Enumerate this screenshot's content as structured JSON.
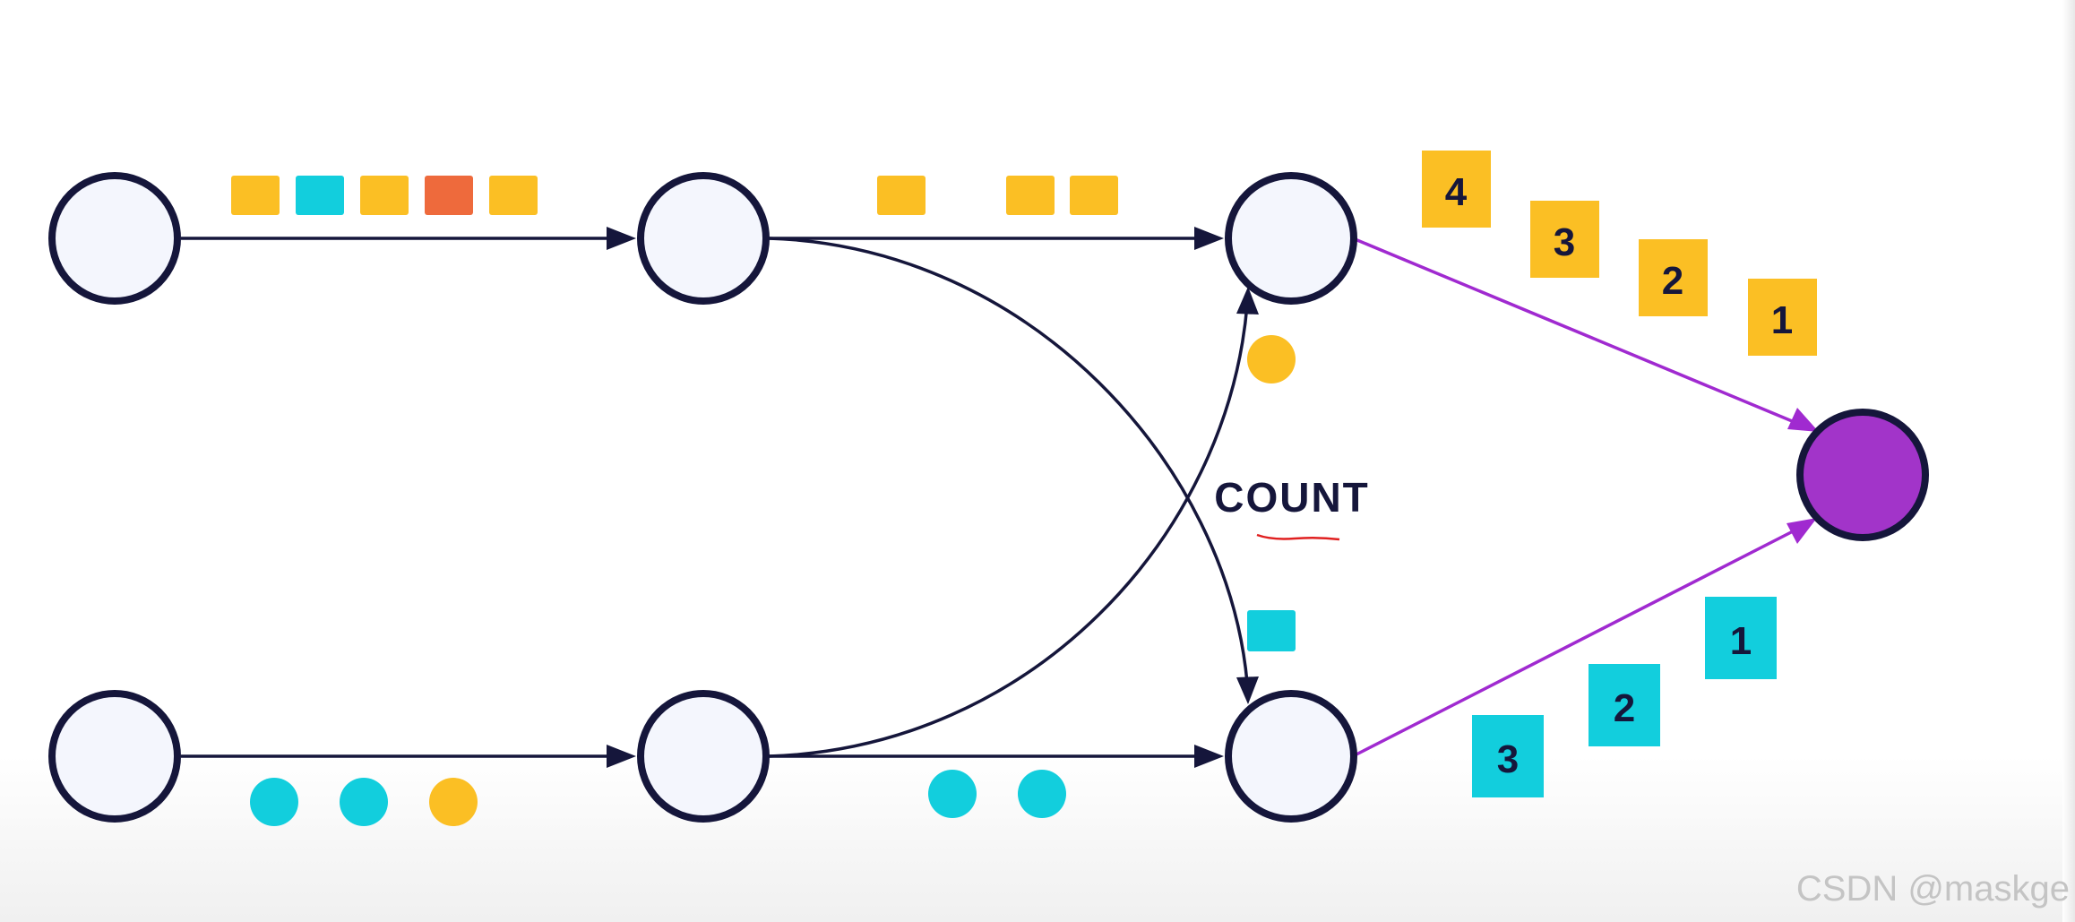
{
  "colors": {
    "node_fill": "#f4f6fd",
    "node_stroke": "#15163b",
    "edge": "#15163b",
    "sink": "#a234c9",
    "purple_edge": "#a02ad0",
    "yellow": "#fbbf24",
    "cyan": "#12cedd",
    "orange": "#ee6a3c",
    "underline": "#e02020"
  },
  "nodes": [
    {
      "id": "n-top-1",
      "kind": "source"
    },
    {
      "id": "n-top-2",
      "kind": "operator"
    },
    {
      "id": "n-top-3",
      "kind": "operator"
    },
    {
      "id": "n-bot-1",
      "kind": "source"
    },
    {
      "id": "n-bot-2",
      "kind": "operator"
    },
    {
      "id": "n-bot-3",
      "kind": "operator"
    },
    {
      "id": "n-sink",
      "kind": "sink"
    }
  ],
  "edges": [
    {
      "from": "n-top-1",
      "to": "n-top-2"
    },
    {
      "from": "n-top-2",
      "to": "n-top-3"
    },
    {
      "from": "n-top-2",
      "to": "n-bot-3"
    },
    {
      "from": "n-bot-1",
      "to": "n-bot-2"
    },
    {
      "from": "n-bot-2",
      "to": "n-bot-3"
    },
    {
      "from": "n-bot-2",
      "to": "n-top-3"
    },
    {
      "from": "n-top-3",
      "to": "n-sink"
    },
    {
      "from": "n-bot-3",
      "to": "n-sink"
    }
  ],
  "events": {
    "top_stream_1": [
      "yellow",
      "cyan",
      "yellow",
      "orange",
      "yellow"
    ],
    "top_stream_2": [
      "yellow",
      "yellow",
      "yellow"
    ],
    "bottom_stream_1": [
      "cyan",
      "cyan",
      "yellow"
    ],
    "bottom_stream_2": [
      "cyan",
      "cyan"
    ],
    "cross_to_top": [
      "yellow"
    ],
    "cross_to_bottom": [
      "cyan"
    ]
  },
  "operator_label": "COUNT",
  "top_counts": [
    "4",
    "3",
    "2",
    "1"
  ],
  "bottom_counts": [
    "1",
    "2",
    "3"
  ],
  "watermark": "CSDN @maskge"
}
